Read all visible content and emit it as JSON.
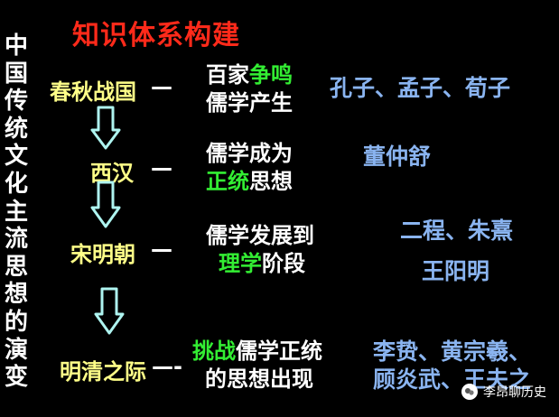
{
  "title": "知识体系构建",
  "side_title": [
    "中",
    "国",
    "传",
    "统",
    "文",
    "化",
    "主",
    "流",
    "思",
    "想",
    "的",
    "演",
    "变"
  ],
  "rows": [
    {
      "period": "春秋战国",
      "dash": "—",
      "desc_line1": [
        {
          "t": "百家",
          "g": false
        },
        {
          "t": "争鸣",
          "g": true
        }
      ],
      "desc_line2": [
        {
          "t": "儒学产生",
          "g": false
        }
      ],
      "people_line1": "孔子、孟子、荀子",
      "people_line2": ""
    },
    {
      "period": "西汉",
      "dash": "—",
      "desc_line1": [
        {
          "t": "儒学成为",
          "g": false
        }
      ],
      "desc_line2": [
        {
          "t": "正统",
          "g": true
        },
        {
          "t": "思想",
          "g": false
        }
      ],
      "people_line1": "董仲舒",
      "people_line2": ""
    },
    {
      "period": "宋明朝",
      "dash": "—",
      "desc_line1": [
        {
          "t": "儒学发展到",
          "g": false
        }
      ],
      "desc_line2": [
        {
          "t": "理学",
          "g": true
        },
        {
          "t": "阶段",
          "g": false
        }
      ],
      "people_line1": "二程、朱熹",
      "people_line2": "王阳明"
    },
    {
      "period": "明清之际",
      "dash": "—-",
      "desc_line1": [
        {
          "t": "挑战",
          "g": true
        },
        {
          "t": "儒学正统",
          "g": false
        }
      ],
      "desc_line2": [
        {
          "t": "的思想出现",
          "g": false
        }
      ],
      "people_line1": "李贽、黄宗羲、",
      "people_line2": "顾炎武、王夫之"
    }
  ],
  "watermark": "李昂聊历史",
  "colors": {
    "title": "#ff2a1a",
    "period": "#ffff88",
    "green": "#33ee33",
    "people": "#8ab4f0",
    "arrow": "#aef4f0"
  }
}
